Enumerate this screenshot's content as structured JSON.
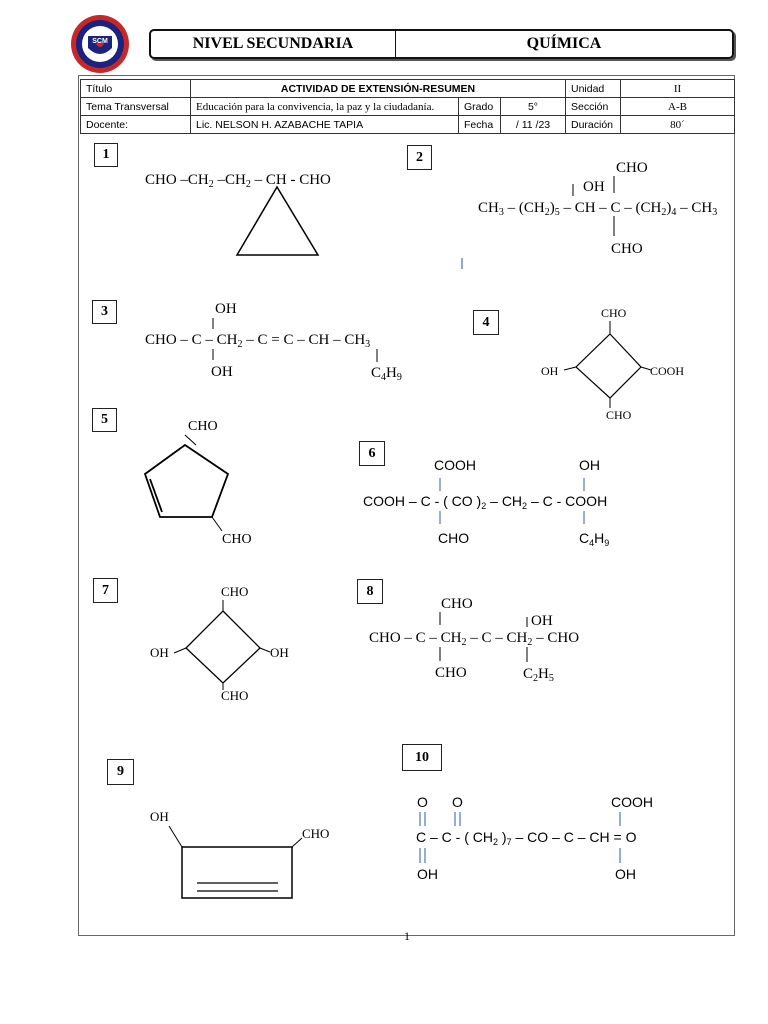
{
  "header": {
    "level": "NIVEL SECUNDARIA",
    "subject": "QUÍMICA",
    "logo_text": "SCM",
    "logo_icon": "school-crest-icon"
  },
  "info_table": {
    "titulo_label": "Título",
    "titulo_value": "ACTIVIDAD DE EXTENSIÓN-RESUMEN",
    "unidad_label": "Unidad",
    "unidad_value": "II",
    "tema_label": "Tema Transversal",
    "tema_value": "Educación para la convivencia, la paz y la ciudadanía.",
    "grado_label": "Grado",
    "grado_value": "5°",
    "seccion_label": "Sección",
    "seccion_value": "A-B",
    "docente_label": "Docente:",
    "docente_value": "Lic. NELSON   H.   AZABACHE TAPIA",
    "fecha_label": "Fecha",
    "fecha_value": "/  11  /23",
    "duracion_label": "Duración",
    "duracion_value": "80´"
  },
  "exercises": [
    {
      "number": "1"
    },
    {
      "number": "2"
    },
    {
      "number": "3"
    },
    {
      "number": "4"
    },
    {
      "number": "5"
    },
    {
      "number": "6"
    },
    {
      "number": "7"
    },
    {
      "number": "8"
    },
    {
      "number": "9"
    },
    {
      "number": "10"
    }
  ],
  "page_number": "1"
}
